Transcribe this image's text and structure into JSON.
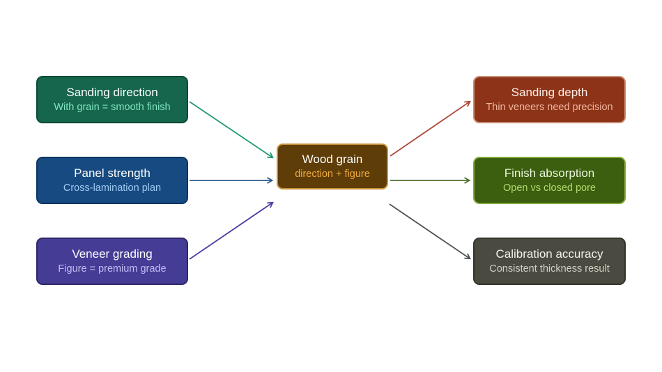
{
  "diagram": {
    "nodes": [
      {
        "id": "sanding-direction",
        "title": "Sanding direction",
        "subtitle": "With grain = smooth finish",
        "fill": "#16654D",
        "border": "#0D4A37",
        "title_color": "#FFFFFF",
        "subtitle_color": "#80E4BE"
      },
      {
        "id": "panel-strength",
        "title": "Panel strength",
        "subtitle": "Cross-lamination plan",
        "fill": "#174A80",
        "border": "#0E355F",
        "title_color": "#FFFFFF",
        "subtitle_color": "#9FCAF2"
      },
      {
        "id": "veneer-grading",
        "title": "Veneer grading",
        "subtitle": "Figure = premium grade",
        "fill": "#453C96",
        "border": "#2E2768",
        "title_color": "#FFFFFF",
        "subtitle_color": "#C4BCF2"
      },
      {
        "id": "wood-grain",
        "title": "Wood grain",
        "subtitle": "direction + figure",
        "fill": "#5F3D08",
        "border": "#C79137",
        "title_color": "#FFFFFF",
        "subtitle_color": "#F2AA3E"
      },
      {
        "id": "sanding-depth",
        "title": "Sanding depth",
        "subtitle": "Thin veneers need precision",
        "fill": "#8C3318",
        "border": "#C98D72",
        "title_color": "#FFEFE8",
        "subtitle_color": "#F2B59F"
      },
      {
        "id": "finish-absorption",
        "title": "Finish absorption",
        "subtitle": "Open vs closed pore",
        "fill": "#3B5E0F",
        "border": "#86A93C",
        "title_color": "#EAF5DB",
        "subtitle_color": "#B0D96F"
      },
      {
        "id": "calibration-accuracy",
        "title": "Calibration accuracy",
        "subtitle": "Consistent thickness result",
        "fill": "#4B4A40",
        "border": "#35342C",
        "title_color": "#F2F2EC",
        "subtitle_color": "#D0D0C6"
      }
    ],
    "arrows": [
      {
        "name": "sanding-direction-to-wood-grain",
        "color": "#1E9A6B"
      },
      {
        "name": "panel-strength-to-wood-grain",
        "color": "#2B5B8E"
      },
      {
        "name": "veneer-grading-to-wood-grain",
        "color": "#4B3DA3"
      },
      {
        "name": "wood-grain-to-sanding-depth",
        "color": "#AD4A38"
      },
      {
        "name": "wood-grain-to-finish-absorption",
        "color": "#4C6E28"
      },
      {
        "name": "wood-grain-to-calibration-accuracy",
        "color": "#4E5257"
      }
    ]
  }
}
